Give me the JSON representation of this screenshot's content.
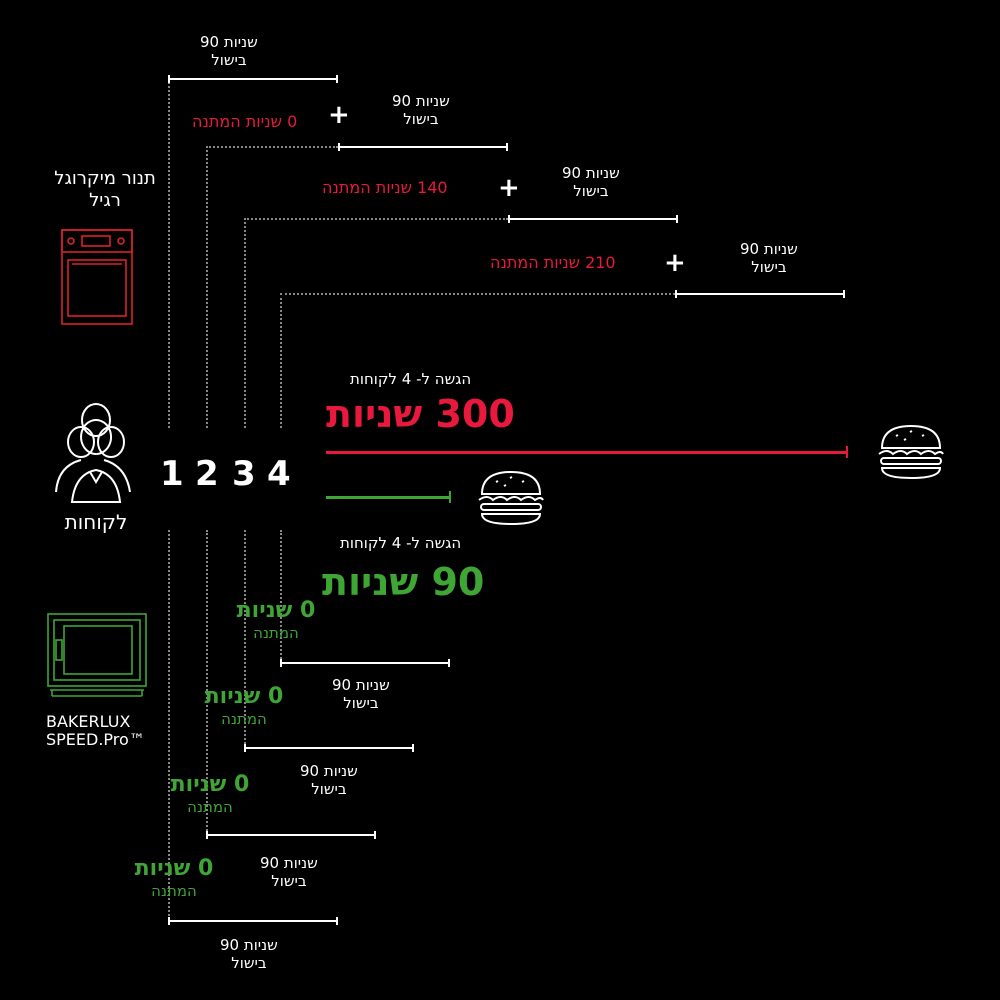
{
  "cooking_label_line1": "90 שניות",
  "cooking_label_line2": "בישול",
  "microwave": {
    "title_line1": "תנור מיקרוגל",
    "title_line2": "רגיל",
    "waits": [
      "0 שניות המתנה",
      "140 שניות המתנה",
      "210 שניות המתנה"
    ],
    "total_caption": "הגשה ל- 4 לקוחות",
    "total": "300 שניות",
    "color": "#e8193c"
  },
  "customers": {
    "label": "לקוחות",
    "numbers": [
      "1",
      "2",
      "3",
      "4"
    ]
  },
  "bakerlux": {
    "brand_line1": "BAKERLUX",
    "brand_line2": "SPEED.Pro™",
    "total_caption": "הגשה ל- 4 לקוחות",
    "total": "90 שניות",
    "wait_title": "0 שניות",
    "wait_sub": "המתנה",
    "color": "#3fa535"
  },
  "icons": [
    "plus-icon",
    "microwave-icon",
    "customers-icon",
    "burger-icon",
    "combi-oven-icon"
  ]
}
